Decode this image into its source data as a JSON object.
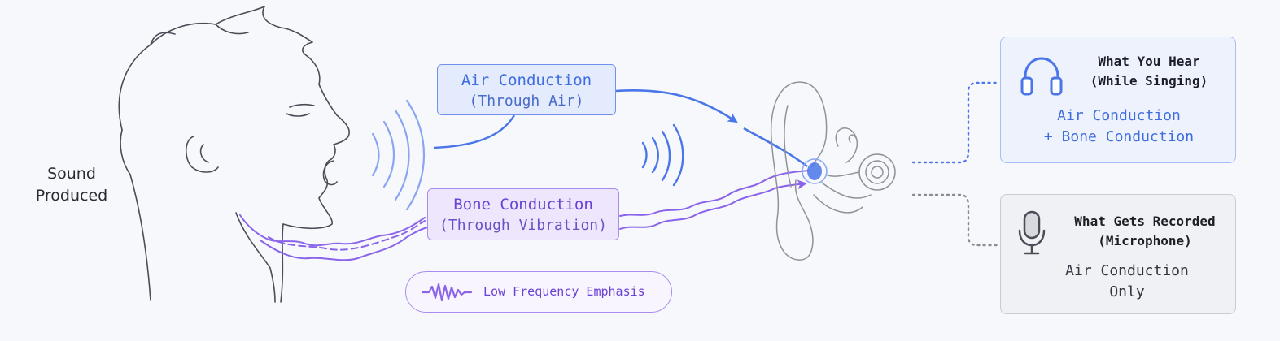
{
  "labels": {
    "sound_produced_line1": "Sound",
    "sound_produced_line2": "Produced",
    "air": {
      "title": "Air Conduction",
      "subtitle": "(Through Air)"
    },
    "bone": {
      "title": "Bone Conduction",
      "subtitle": "(Through Vibration)"
    },
    "low_freq": "Low Frequency Emphasis"
  },
  "panels": {
    "hear": {
      "title_line1": "What You Hear",
      "title_line2": "(While Singing)",
      "body_line1": "Air Conduction",
      "body_line2": "+ Bone Conduction",
      "icon": "headphones-icon"
    },
    "recorded": {
      "title_line1": "What Gets Recorded",
      "title_line2": "(Microphone)",
      "body_line1": "Air Conduction",
      "body_line2": "Only",
      "icon": "microphone-icon"
    }
  },
  "colors": {
    "air_blue": "#4a76ea",
    "bone_purple": "#8a64ea",
    "line_gray": "#4a4d57",
    "dotted_gray": "#8a8d96"
  }
}
